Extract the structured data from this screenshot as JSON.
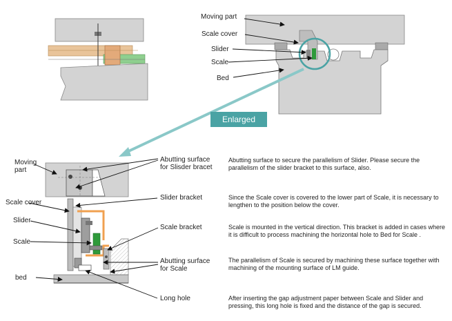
{
  "top_labels": {
    "moving_part": "Moving part",
    "scale_cover": "Scale cover",
    "slider": "Slider",
    "scale": "Scale",
    "bed": "Bed"
  },
  "enlarged": "Enlarged",
  "detail_labels": {
    "moving_part_l1": "Moving",
    "moving_part_l2": "part",
    "scale_cover": "Scale cover",
    "slider": "Slider",
    "scale": "Scale",
    "bed": "bed",
    "abutting_slider_l1": "Abutting surface",
    "abutting_slider_l2": "for Slisder bracet",
    "slider_bracket": "Slider bracket",
    "scale_bracket": "Scale bracket",
    "abutting_scale_l1": "Abutting surface",
    "abutting_scale_l2": "for Scale",
    "long_hole": "Long hole"
  },
  "descriptions": {
    "abutting_slider": "Abutting surface to secure the parallelism of Slider. Please secure the parallelism of the slider bracket to this surface, also.",
    "slider_bracket": "Since the Scale cover is covered to the lower part of Scale, it is necessary to lengthen to the position below the cover.",
    "scale_bracket": "Scale is mounted in the vertical direction. This bracket is added in cases where it is difficult to process machining the horizontal hole to Bed for Scale .",
    "abutting_scale": "The parallelism of Scale is secured by machining these surface together with machining of the mounting surface of LM guide.",
    "long_hole": "After inserting the gap adjustment paper between Scale and Slider and pressing, this long hole is fixed and the distance of the gap is secured."
  },
  "colors": {
    "part_gray": "#d3d3d3",
    "bed_gray": "#c8c8c8",
    "accent_teal": "#4aa3a4",
    "bracket_orange": "#f0a050",
    "scale_green": "#2e9a3a",
    "guide_tan": "#e9c49a",
    "guide_green": "#8fcf8f"
  }
}
